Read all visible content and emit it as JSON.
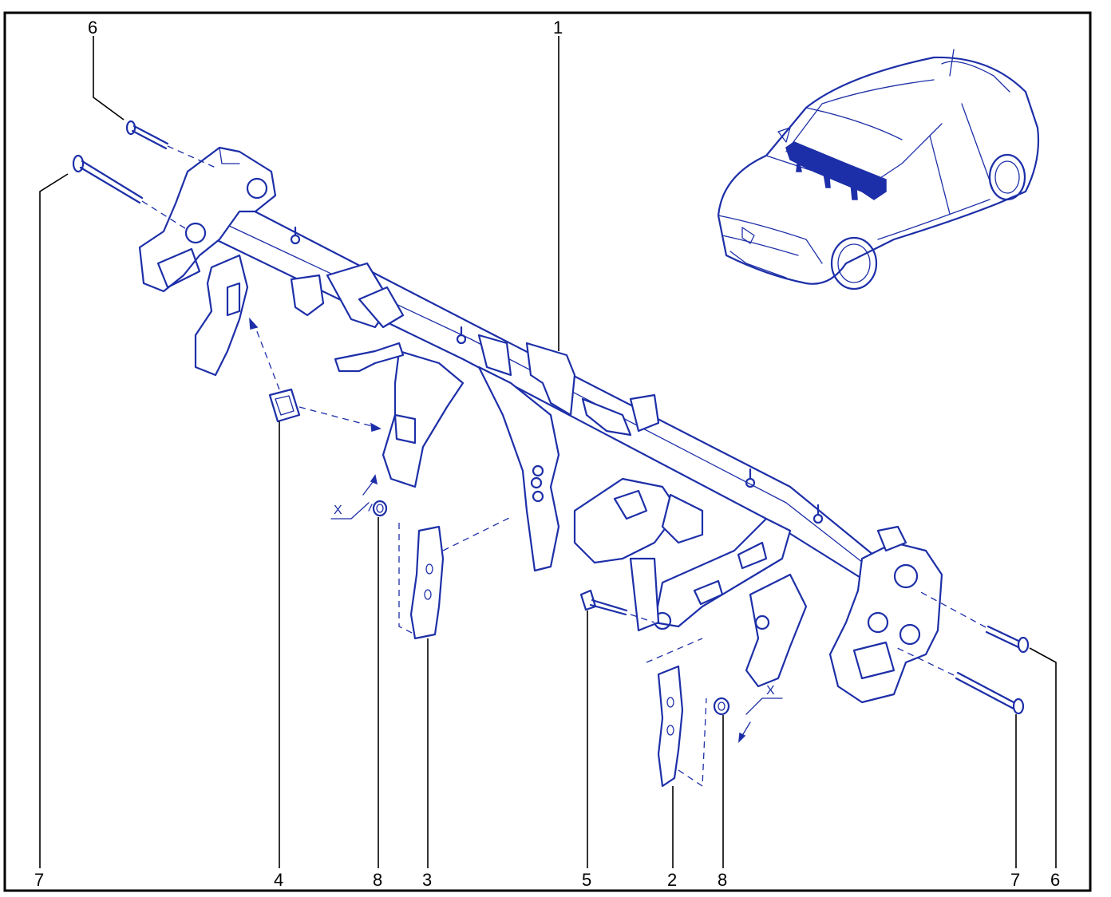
{
  "callouts": {
    "top_left": "6",
    "top_center": "1",
    "left": "7",
    "bottom_4": "4",
    "bottom_8a": "8",
    "bottom_3": "3",
    "bottom_5": "5",
    "bottom_2": "2",
    "bottom_8b": "8",
    "bottom_7": "7",
    "bottom_6": "6"
  },
  "dimension_labels": {
    "left_x": "X",
    "right_x": "X"
  },
  "colors": {
    "line_art": "#1d2fa8",
    "frame": "#000000"
  }
}
